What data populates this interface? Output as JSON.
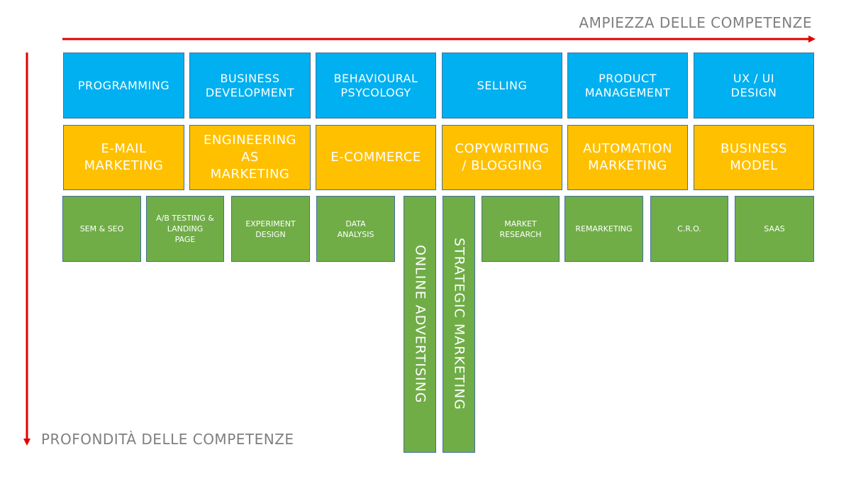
{
  "axes": {
    "horizontal": "AMPIEZZA DELLE COMPETENZE",
    "vertical": "PROFONDITÀ DELLE COMPETENZE",
    "arrow_color": "#e00000"
  },
  "colors": {
    "blue": "#00b0f0",
    "yellow": "#ffc000",
    "green": "#70ad47"
  },
  "blue_row": [
    "PROGRAMMING",
    "BUSINESS\nDEVELOPMENT",
    "BEHAVIOURAL\nPSYCOLOGY",
    "SELLING",
    "PRODUCT\nMANAGEMENT",
    "UX / UI\nDESIGN"
  ],
  "yellow_row": [
    "E-MAIL\nMARKETING",
    "ENGINEERING\nAS\nMARKETING",
    "E-COMMERCE",
    "COPYWRITING\n/ BLOGGING",
    "AUTOMATION\nMARKETING",
    "BUSINESS\nMODEL"
  ],
  "green_row": [
    "SEM & SEO",
    "A/B TESTING &\nLANDING\nPAGE",
    "EXPERIMENT\nDESIGN",
    "DATA\nANALYSIS",
    "ONLINE ADVERTISING",
    "STRATEGIC MARKETING",
    "MARKET\nRESEARCH",
    "REMARKETING",
    "C.R.O.",
    "SAAS"
  ]
}
